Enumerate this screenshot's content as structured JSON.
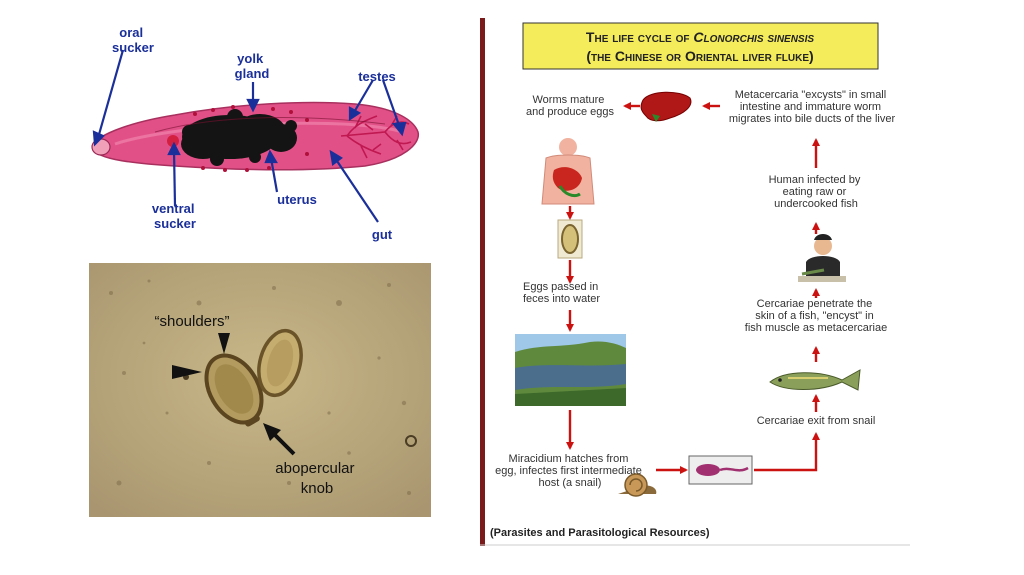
{
  "colors": {
    "label_blue": "#1a2f9a",
    "arrow_red": "#cc1111",
    "title_box_yellow": "#f4ec5a",
    "left_border_maroon": "#7a1a1a",
    "fluke_pink": "#e0457a",
    "micro_background": "#b8a67a"
  },
  "anatomy": {
    "labels": {
      "oral_sucker": [
        "oral",
        "sucker"
      ],
      "yolk_gland": [
        "yolk",
        "gland"
      ],
      "testes": "testes",
      "ventral_sucker": [
        "ventral",
        "sucker"
      ],
      "uterus": "uterus",
      "gut": "gut"
    }
  },
  "micrograph": {
    "shoulders": "“shoulders”",
    "abopercular": [
      "abopercular",
      "knob"
    ]
  },
  "life_cycle": {
    "title_line1_a": "The life cycle of ",
    "title_line1_b": "Clonorchis sinensis",
    "title_line2": "(the Chinese or Oriental liver fluke)",
    "steps": {
      "worms_mature": [
        "Worms mature",
        "and produce eggs"
      ],
      "metacercaria": [
        "Metacercaria \"excysts\" in small",
        "intestine and immature worm",
        "migrates into bile ducts of the liver"
      ],
      "human_infected": [
        "Human infected by",
        "eating raw or",
        "undercooked fish"
      ],
      "eggs_passed": [
        "Eggs passed in",
        "feces into water"
      ],
      "cercariae_penetrate": [
        "Cercariae penetrate the",
        "skin of a fish, \"encyst\" in",
        "fish muscle as metacercariae"
      ],
      "cercariae_exit": [
        "Cercariae exit from snail"
      ],
      "miracidium": [
        "Miracidium hatches from",
        "egg, infectes first intermediate",
        "host (a snail)"
      ]
    },
    "source": "(Parasites and Parasitological Resources)"
  }
}
